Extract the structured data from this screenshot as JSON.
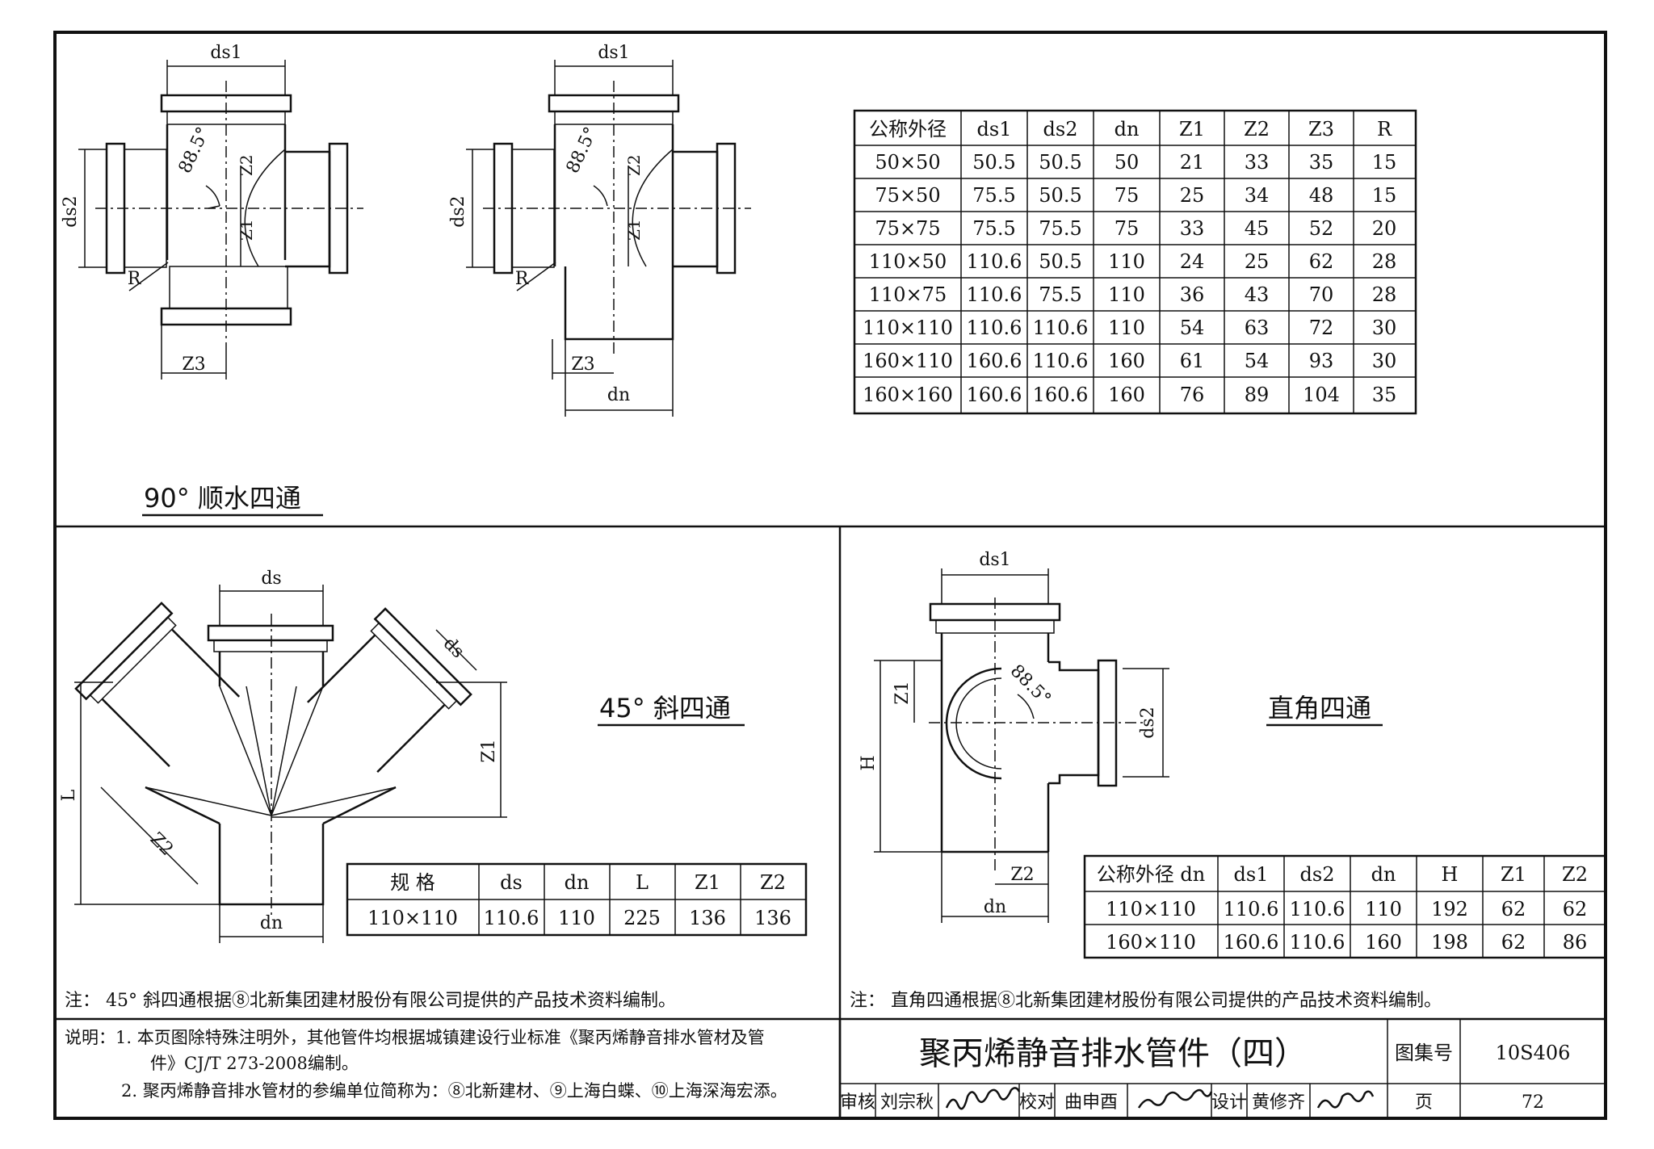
{
  "sections": {
    "top_title": "90° 顺水四通",
    "y45_title": "45° 斜四通",
    "right_title": "直角四通"
  },
  "labels": {
    "ds1": "ds1",
    "ds2": "ds2",
    "dn": "dn",
    "ds": "ds",
    "z1": "Z1",
    "z2": "Z2",
    "z3": "Z3",
    "r": "R",
    "l": "L",
    "h": "H",
    "angle": "88.5°"
  },
  "table1": {
    "headers": [
      "公称外径",
      "ds1",
      "ds2",
      "dn",
      "Z1",
      "Z2",
      "Z3",
      "R"
    ],
    "rows": [
      [
        "50×50",
        "50.5",
        "50.5",
        "50",
        "21",
        "33",
        "35",
        "15"
      ],
      [
        "75×50",
        "75.5",
        "50.5",
        "75",
        "25",
        "34",
        "48",
        "15"
      ],
      [
        "75×75",
        "75.5",
        "75.5",
        "75",
        "33",
        "45",
        "52",
        "20"
      ],
      [
        "110×50",
        "110.6",
        "50.5",
        "110",
        "24",
        "25",
        "62",
        "28"
      ],
      [
        "110×75",
        "110.6",
        "75.5",
        "110",
        "36",
        "43",
        "70",
        "28"
      ],
      [
        "110×110",
        "110.6",
        "110.6",
        "110",
        "54",
        "63",
        "72",
        "30"
      ],
      [
        "160×110",
        "160.6",
        "110.6",
        "160",
        "61",
        "54",
        "93",
        "30"
      ],
      [
        "160×160",
        "160.6",
        "160.6",
        "160",
        "76",
        "89",
        "104",
        "35"
      ]
    ]
  },
  "table2": {
    "headers": [
      "规 格",
      "ds",
      "dn",
      "L",
      "Z1",
      "Z2"
    ],
    "rows": [
      [
        "110×110",
        "110.6",
        "110",
        "225",
        "136",
        "136"
      ]
    ]
  },
  "table3": {
    "headers": [
      "公称外径 dn",
      "ds1",
      "ds2",
      "dn",
      "H",
      "Z1",
      "Z2"
    ],
    "rows": [
      [
        "110×110",
        "110.6",
        "110.6",
        "110",
        "192",
        "62",
        "62"
      ],
      [
        "160×110",
        "160.6",
        "110.6",
        "160",
        "198",
        "62",
        "86"
      ]
    ]
  },
  "notes": {
    "note_left": "注：  45° 斜四通根据⑧北新集团建材股份有限公司提供的产品技术资料编制。",
    "note_right": "注：  直角四通根据⑧北新集团建材股份有限公司提供的产品技术资料编制。",
    "desc_line1": "说明：1. 本页图除特殊注明外，其他管件均根据城镇建设行业标准《聚丙烯静音排水管材及管",
    "desc_line2": "件》CJ/T 273-2008编制。",
    "desc_line3": "2. 聚丙烯静音排水管材的参编单位简称为：⑧北新建材、⑨上海白蝶、⑩上海深海宏添。"
  },
  "titleblock": {
    "title": "聚丙烯静音排水管件（四）",
    "atlas_label": "图集号",
    "atlas_no": "10S406",
    "review_label": "审核",
    "reviewer": "刘宗秋",
    "check_label": "校对",
    "checker": "曲申酉",
    "design_label": "设计",
    "designer": "黄修齐",
    "page_label": "页",
    "page_no": "72"
  }
}
